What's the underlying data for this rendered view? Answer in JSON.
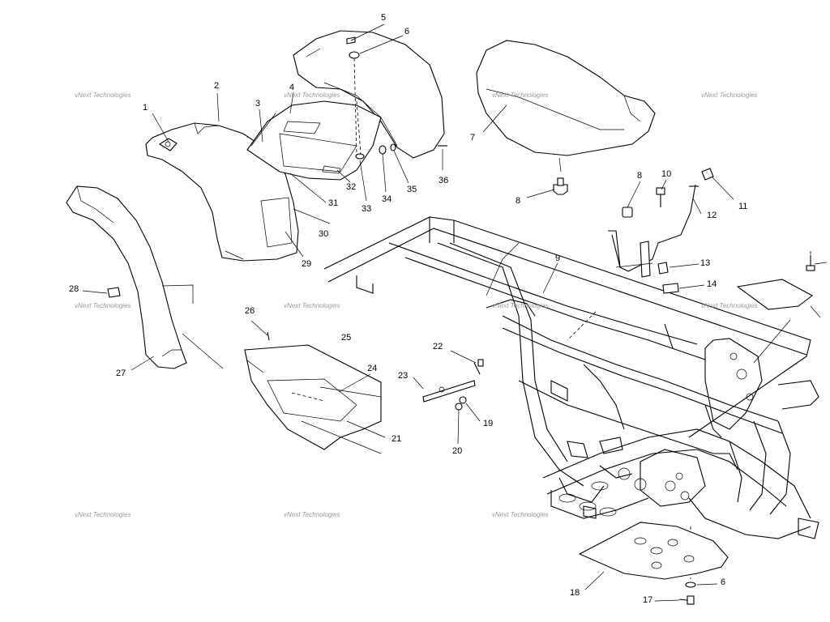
{
  "watermark": {
    "text": "vNext Technologies"
  },
  "callouts": {
    "c1": "1",
    "c2": "2",
    "c3": "3",
    "c4": "4",
    "c5": "5",
    "c6": "6",
    "c6b": "6",
    "c7": "7",
    "c8": "8",
    "c8b": "8",
    "c9": "9",
    "c10": "10",
    "c11": "11",
    "c12": "12",
    "c13": "13",
    "c14": "14",
    "c17": "17",
    "c18": "18",
    "c19": "19",
    "c20": "20",
    "c21": "21",
    "c22": "22",
    "c23": "23",
    "c24": "24",
    "c25": "25",
    "c26": "26",
    "c27": "27",
    "c28": "28",
    "c29": "29",
    "c30": "30",
    "c31": "31",
    "c32": "32",
    "c33": "33",
    "c34": "34",
    "c35": "35",
    "c36": "36"
  }
}
